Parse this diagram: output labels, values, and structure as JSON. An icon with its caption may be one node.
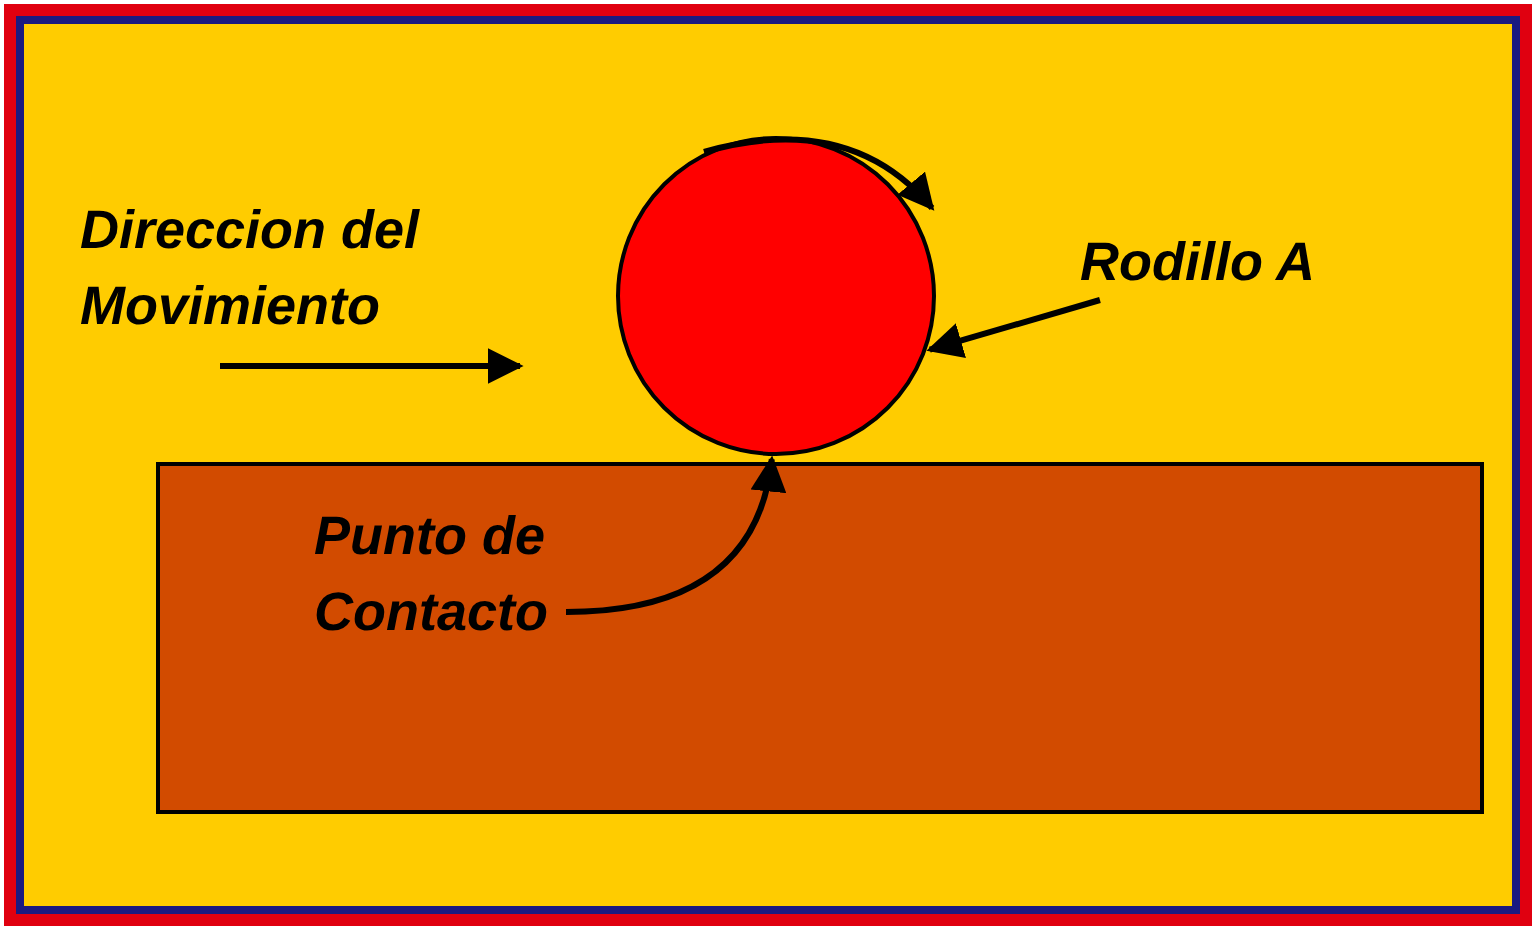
{
  "diagram": {
    "nodes": [
      {
        "text": [
          "Rodillo A"
        ]
      },
      {
        "text": [],
        "shape": "circle"
      },
      {
        "text": [],
        "shape": "box"
      },
      {
        "text": [
          "Punto de Contacto"
        ],
        "in": 2
      }
    ],
    "edges": [
      {
        "from": 0,
        "to": 1,
        "arrow": "to"
      },
      {
        "from": 3,
        "to": 1,
        "arrow": "to"
      }
    ],
    "labels": [
      "Direccion del Movimiento"
    ]
  }
}
